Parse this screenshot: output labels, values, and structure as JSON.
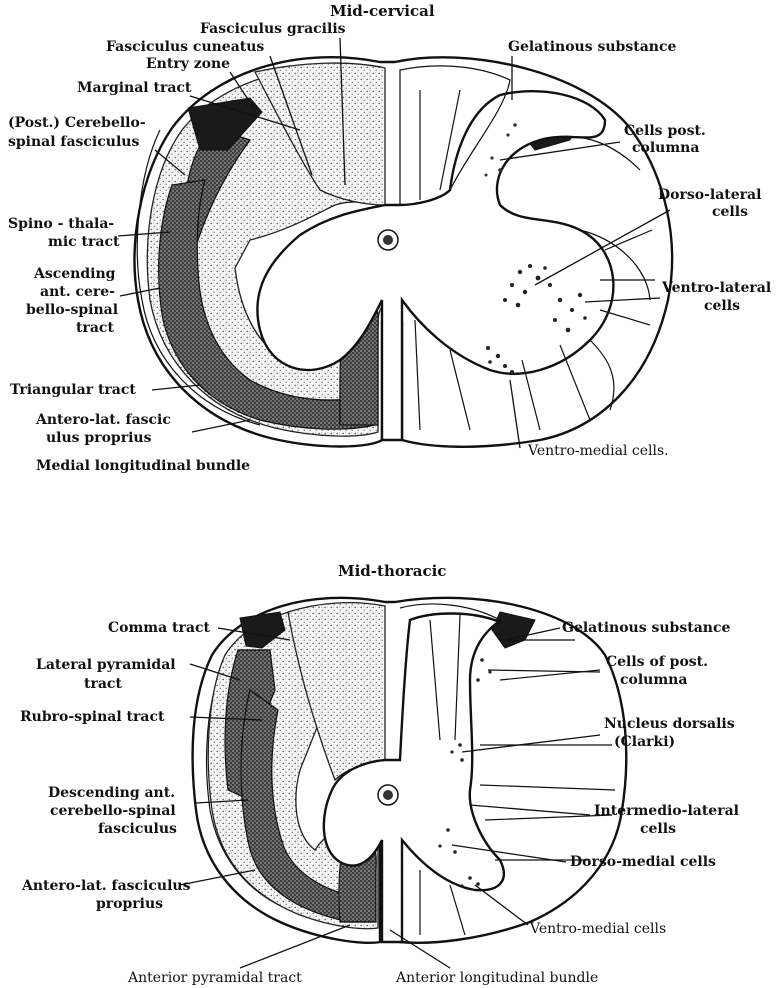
{
  "sections": [
    {
      "title": "Mid-cervical",
      "labels": {
        "fasciculus_gracilis": "Fasciculus gracilis",
        "fasciculus_cuneatus": "Fasciculus cuneatus",
        "entry_zone": "Entry zone",
        "marginal_tract": "Marginal tract",
        "post_cerebello_1": "(Post.) Cerebello-",
        "post_cerebello_2": "spinal  fasciculus",
        "spino_thalamic_1": "Spino - thala-",
        "spino_thalamic_2": "mic tract",
        "ascending_1": "Ascending",
        "ascending_2": "ant. cere-",
        "ascending_3": "bello-spinal",
        "ascending_4": "tract",
        "triangular": "Triangular tract",
        "antero_lat_1": "Antero-lat. fascic",
        "antero_lat_2": "ulus proprius",
        "medial_long": "Medial longitudinal bundle",
        "gelatinous": "Gelatinous substance",
        "cells_post_1": "Cells post.",
        "cells_post_2": "columna",
        "dorso_lateral_1": "Dorso-lateral",
        "dorso_lateral_2": "cells",
        "ventro_lateral_1": "Ventro-lateral",
        "ventro_lateral_2": "cells",
        "ventro_medial": "Ventro-medial cells."
      }
    },
    {
      "title": "Mid-thoracic",
      "labels": {
        "comma_tract": "Comma tract",
        "lateral_pyr_1": "Lateral pyramidal",
        "lateral_pyr_2": "tract",
        "rubro_spinal": "Rubro-spinal tract",
        "desc_1": "Descending ant.",
        "desc_2": "cerebello-spinal",
        "desc_3": "fasciculus",
        "antero_lat_1": "Antero-lat. fasciculus",
        "antero_lat_2": "proprius",
        "ant_pyr": "Anterior pyramidal tract",
        "gelatinous": "Gelatinous substance",
        "cells_post_1": "Cells of post.",
        "cells_post_2": "columna",
        "nucleus_1": "Nucleus dorsalis",
        "nucleus_2": "(Clarki)",
        "intermedio_1": "Intermedio-lateral",
        "intermedio_2": "cells",
        "dorso_medial": "Dorso-medial cells",
        "ventro_medial": "Ventro-medial cells",
        "ant_long": "Anterior longitudinal bundle"
      }
    }
  ]
}
